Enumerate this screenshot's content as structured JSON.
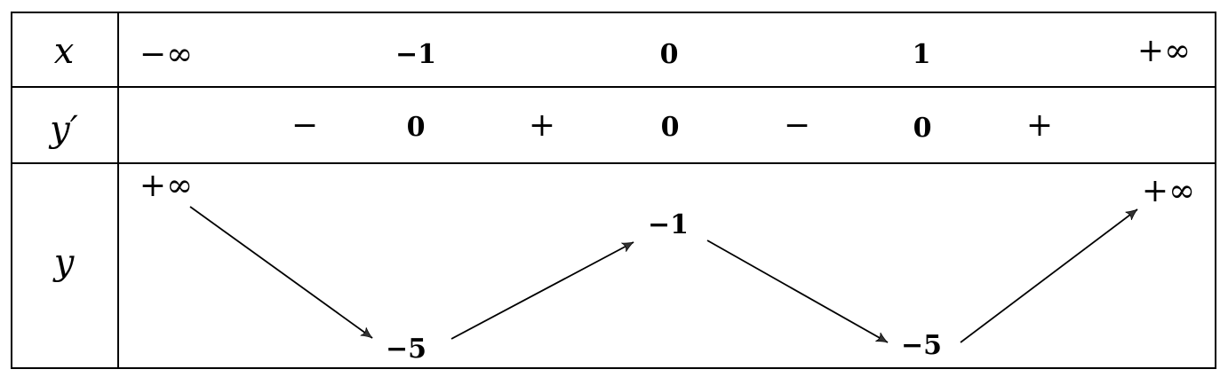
{
  "table": {
    "row_labels": {
      "x": "x",
      "y_prime": "y′",
      "y": "y"
    },
    "x_row": [
      "−∞",
      "−1",
      "0",
      "1",
      "+∞"
    ],
    "y_prime_row": {
      "signs": [
        "−",
        "+",
        "−",
        "+"
      ],
      "zeros": [
        "0",
        "0",
        "0"
      ]
    },
    "y_row": {
      "start": "+∞",
      "min1": "−5",
      "max": "−1",
      "min2": "−5",
      "end": "+∞"
    },
    "arrows": [
      "decreasing",
      "increasing",
      "decreasing",
      "increasing"
    ]
  },
  "colors": {
    "line": "#000000",
    "background": "#ffffff"
  }
}
